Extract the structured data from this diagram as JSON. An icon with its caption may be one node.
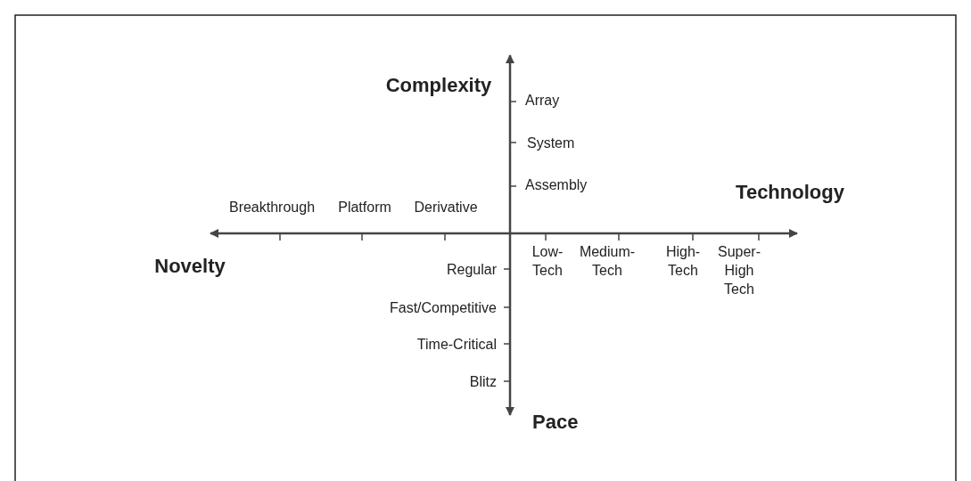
{
  "diagram": {
    "labels": [
      "Complexity",
      "Array",
      "System",
      "Assembly",
      "Technology",
      "Breakthrough",
      "Platform",
      "Derivative",
      "Novelty",
      "Low-Tech",
      "Medium-Tech",
      "High-Tech",
      "Super-High Tech",
      "Regular",
      "Fast/Competitive",
      "Time-Critical",
      "Blitz",
      "Pace"
    ]
  }
}
